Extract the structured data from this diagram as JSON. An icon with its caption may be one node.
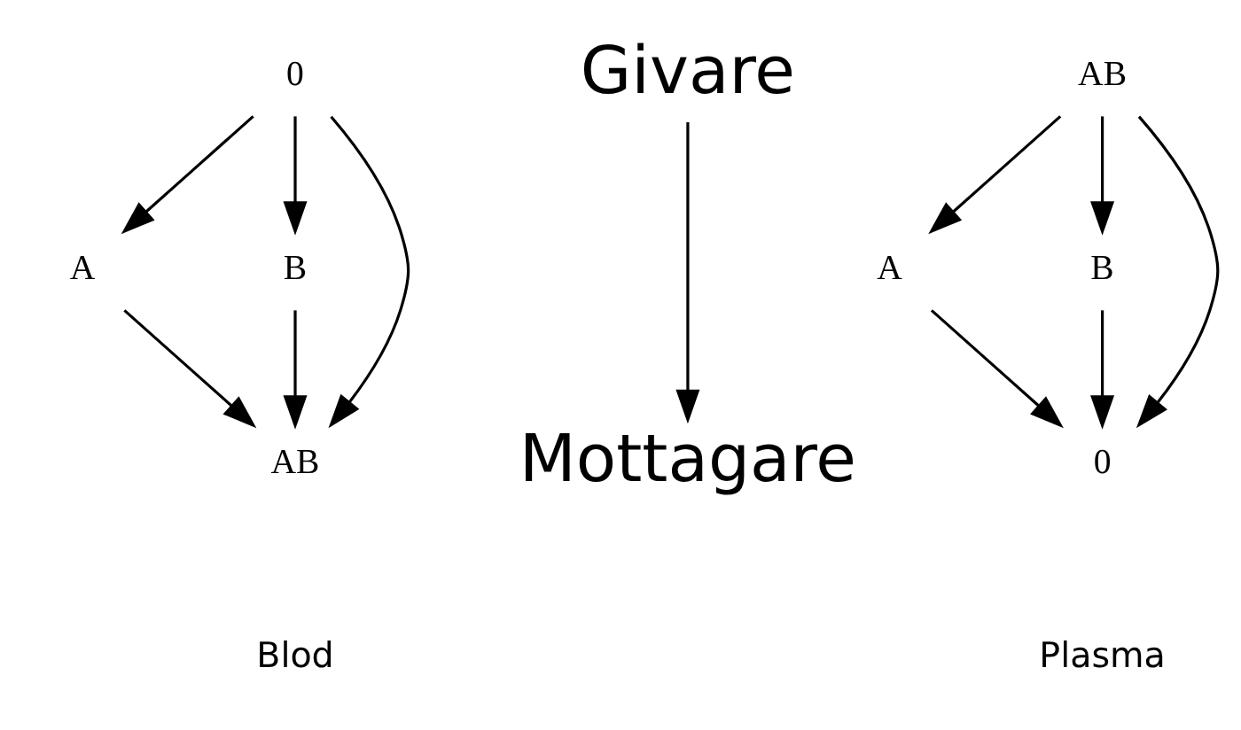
{
  "diagram": {
    "nodes": [
      {
        "text": [
          "0"
        ]
      },
      {
        "text": [
          "A"
        ]
      },
      {
        "text": [
          "B"
        ]
      },
      {
        "text": [
          "AB"
        ]
      },
      {
        "text": [
          "Givare"
        ]
      },
      {
        "text": [
          "Mottagare"
        ]
      },
      {
        "text": [
          "AB"
        ]
      },
      {
        "text": [
          "A"
        ]
      },
      {
        "text": [
          "B"
        ]
      },
      {
        "text": [
          "0"
        ]
      }
    ],
    "edges": [
      {
        "from": 0,
        "to": 1,
        "arrow": "to"
      },
      {
        "from": 0,
        "to": 3,
        "arrow": "to"
      },
      {
        "from": 0,
        "to": 2,
        "arrow": "to"
      },
      {
        "from": 1,
        "to": 3,
        "arrow": "to"
      },
      {
        "from": 2,
        "to": 3,
        "arrow": "to"
      },
      {
        "from": 4,
        "to": 5,
        "arrow": "to"
      },
      {
        "from": 6,
        "to": 7,
        "arrow": "to"
      },
      {
        "from": 6,
        "to": 9,
        "arrow": "to"
      },
      {
        "from": 6,
        "to": 8,
        "arrow": "to"
      },
      {
        "from": 7,
        "to": 9,
        "arrow": "to"
      },
      {
        "from": 8,
        "to": 9,
        "arrow": "to"
      }
    ],
    "labels": [
      "Blod",
      "Plasma"
    ]
  }
}
